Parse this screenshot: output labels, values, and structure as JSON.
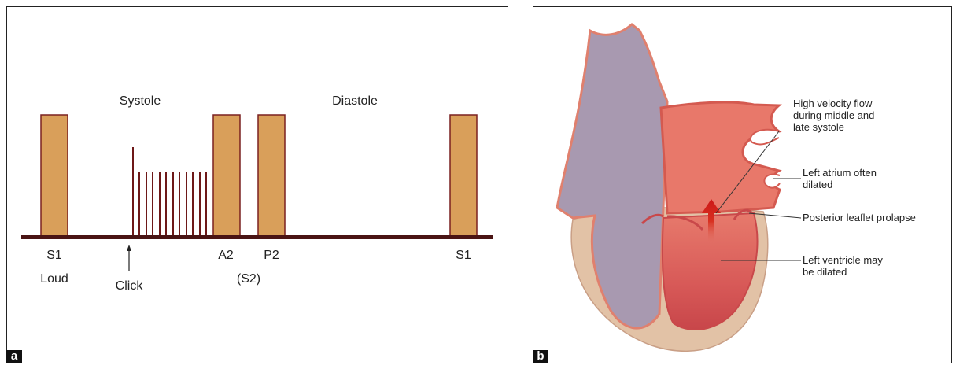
{
  "panel_a": {
    "letter": "a",
    "phase_systole": "Systole",
    "phase_diastole": "Diastole",
    "sound_s1_first": "S1",
    "sound_a2": "A2",
    "sound_p2": "P2",
    "sound_s1_second": "S1",
    "note_loud": "Loud",
    "note_click": "Click",
    "note_s2": "(S2)",
    "colors": {
      "bar_fill": "#d99f5a",
      "bar_stroke": "#7a2020",
      "baseline": "#4a1414",
      "murmur": "#6e1818"
    }
  },
  "panel_b": {
    "letter": "b",
    "labels": {
      "flow_1": "High velocity flow",
      "flow_2": "during middle and",
      "flow_3": "late systole",
      "atrium_1": "Left atrium often",
      "atrium_2": "dilated",
      "prolapse": "Posterior leaflet prolapse",
      "ventricle_1": "Left ventricle may",
      "ventricle_2": "be dilated"
    },
    "colors": {
      "right_heart": "#a899b0",
      "left_heart": "#e8786a",
      "wall": "#e2c2a6",
      "flow_arrow": "#d42020"
    }
  }
}
